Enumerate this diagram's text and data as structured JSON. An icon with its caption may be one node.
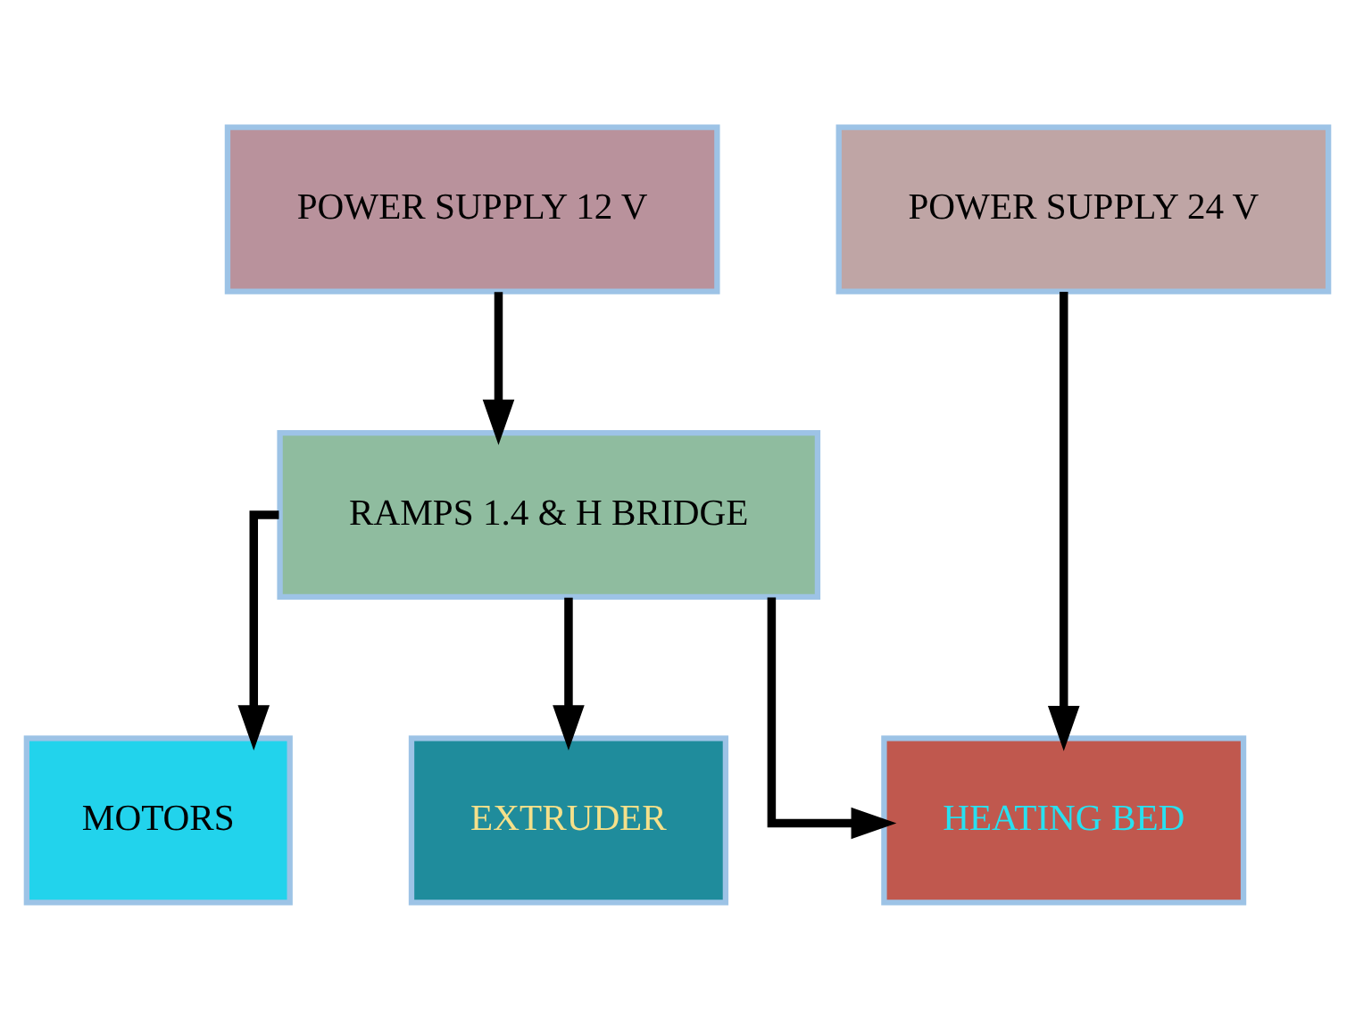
{
  "diagram": {
    "nodes": [
      {
        "text": [
          "POWER SUPPLY 12 V"
        ]
      },
      {
        "text": [
          "POWER SUPPLY 24 V"
        ]
      },
      {
        "text": [
          "RAMPS 1.4 & H BRIDGE"
        ]
      },
      {
        "text": [
          "MOTORS"
        ]
      },
      {
        "text": [
          "EXTRUDER"
        ]
      },
      {
        "text": [
          "HEATING BED"
        ]
      }
    ],
    "edges": [
      {
        "from": 0,
        "to": 2,
        "arrow": "to"
      },
      {
        "from": 1,
        "to": 5,
        "arrow": "to"
      },
      {
        "from": 2,
        "to": 3,
        "arrow": "to"
      },
      {
        "from": 2,
        "to": 4,
        "arrow": "to"
      },
      {
        "from": 2,
        "to": 5,
        "arrow": "to"
      }
    ]
  }
}
